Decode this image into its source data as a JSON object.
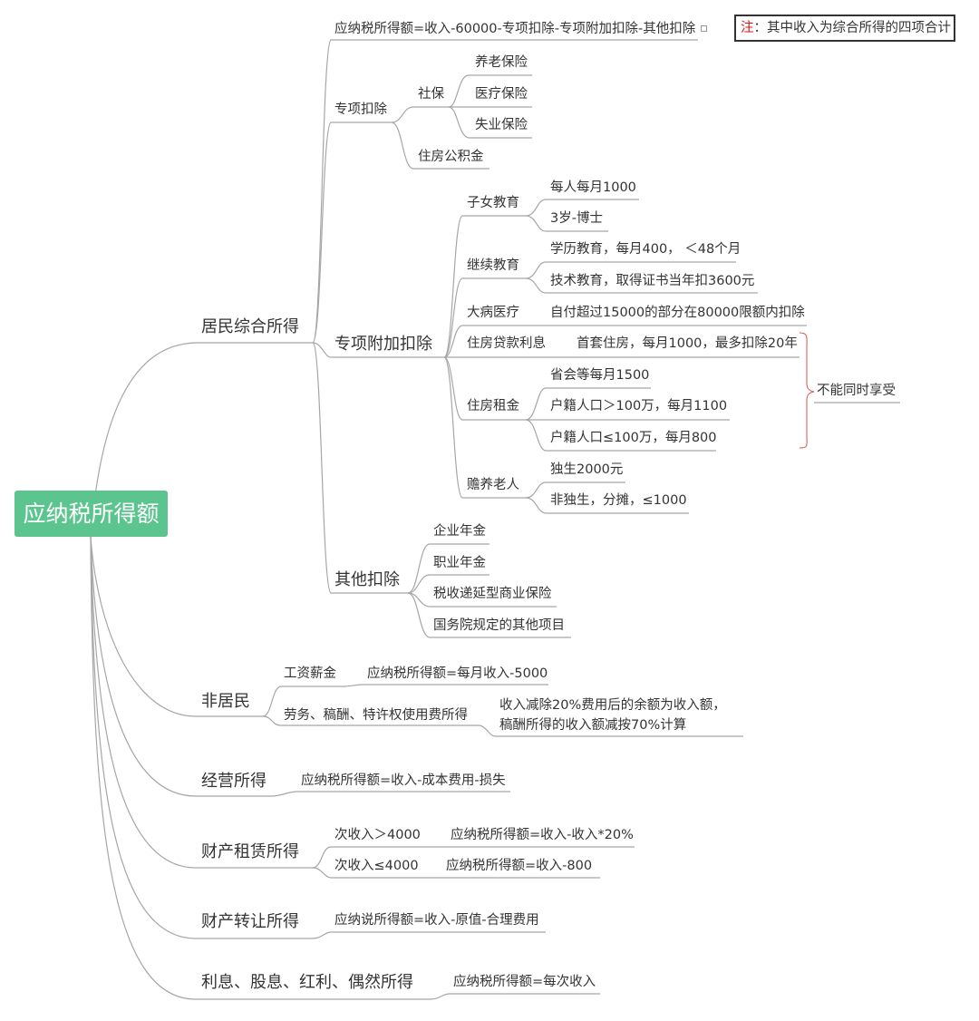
{
  "root": "应纳税所得额",
  "note": {
    "prefix": "注",
    "text": "：其中收入为综合所得的四项合计"
  },
  "resident": {
    "title": "居民综合所得",
    "formula": "应纳税所得额=收入-60000-专项扣除-专项附加扣除-其他扣除",
    "special": {
      "title": "专项扣除",
      "social": "社保",
      "pension": "养老保险",
      "medical": "医疗保险",
      "unemployment": "失业保险",
      "housing_fund": "住房公积金"
    },
    "additional": {
      "title": "专项附加扣除",
      "children": "子女教育",
      "children_1": "每人每月1000",
      "children_2": "3岁-博士",
      "continuing": "继续教育",
      "continuing_1": "学历教育，每月400， ＜48个月",
      "continuing_2": "技术教育，取得证书当年扣3600元",
      "illness": "大病医疗",
      "illness_1": "自付超过15000的部分在80000限额内扣除",
      "loan": "住房贷款利息",
      "loan_1": "首套住房，每月1000，最多扣除20年",
      "rent": "住房租金",
      "rent_1": "省会等每月1500",
      "rent_2": "户籍人口＞100万，每月1100",
      "rent_3": "户籍人口≤100万，每月800",
      "elderly": "赡养老人",
      "elderly_1": "独生2000元",
      "elderly_2": "非独生，分摊，≤1000",
      "exclusive": "不能同时享受"
    },
    "other": {
      "title": "其他扣除",
      "items": [
        "企业年金",
        "职业年金",
        "税收递延型商业保险",
        "国务院规定的其他项目"
      ]
    }
  },
  "nonresident": {
    "title": "非居民",
    "wages": "工资薪金",
    "wages_formula": "应纳税所得额=每月收入-5000",
    "labor": "劳务、稿酬、特许权使用费所得",
    "labor_line1": "收入减除20%费用后的余额为收入额，",
    "labor_line2": "稿酬所得的收入额减按70%计算"
  },
  "business": {
    "title": "经营所得",
    "formula": "应纳税所得额=收入-成本费用-损失"
  },
  "lease": {
    "title": "财产租赁所得",
    "over": "次收入＞4000",
    "over_formula": "应纳税所得额=收入-收入*20%",
    "under": "次收入≤4000",
    "under_formula": "应纳税所得额=收入-800"
  },
  "transfer": {
    "title": "财产转让所得",
    "formula": "应纳说所得额=收入-原值-合理费用"
  },
  "interest": {
    "title": "利息、股息、红利、偶然所得",
    "formula": "应纳税所得额=每次收入"
  },
  "colors": {
    "root": "#5bc48f",
    "line": "#a6a6a6",
    "bracket": "#d9534f",
    "note_highlight": "#e01010"
  }
}
